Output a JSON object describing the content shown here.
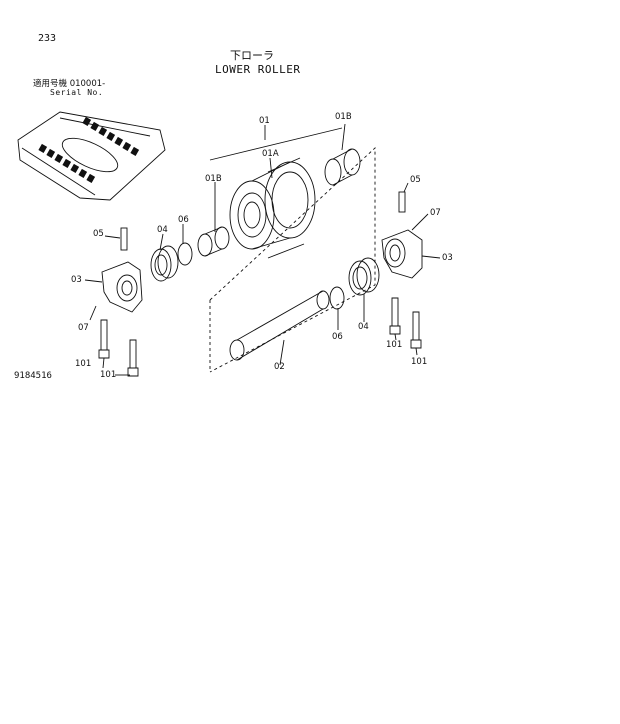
{
  "page_number": "233",
  "title_jp": "下ローラ",
  "title_en": "LOWER ROLLER",
  "serial_jp": "適用号機  010001-",
  "serial_en": "Serial No.",
  "figure_number": "9184516",
  "callouts": {
    "c01": "01",
    "c01A": "01A",
    "c01B_top": "01B",
    "c01B_left": "01B",
    "c02": "02",
    "c03_left": "03",
    "c03_right": "03",
    "c04_left": "04",
    "c04_right": "04",
    "c05_left": "05",
    "c05_right": "05",
    "c06_left": "06",
    "c06_right": "06",
    "c07_left": "07",
    "c07_right": "07",
    "c101_a": "101",
    "c101_b": "101",
    "c101_c": "101",
    "c101_d": "101"
  }
}
